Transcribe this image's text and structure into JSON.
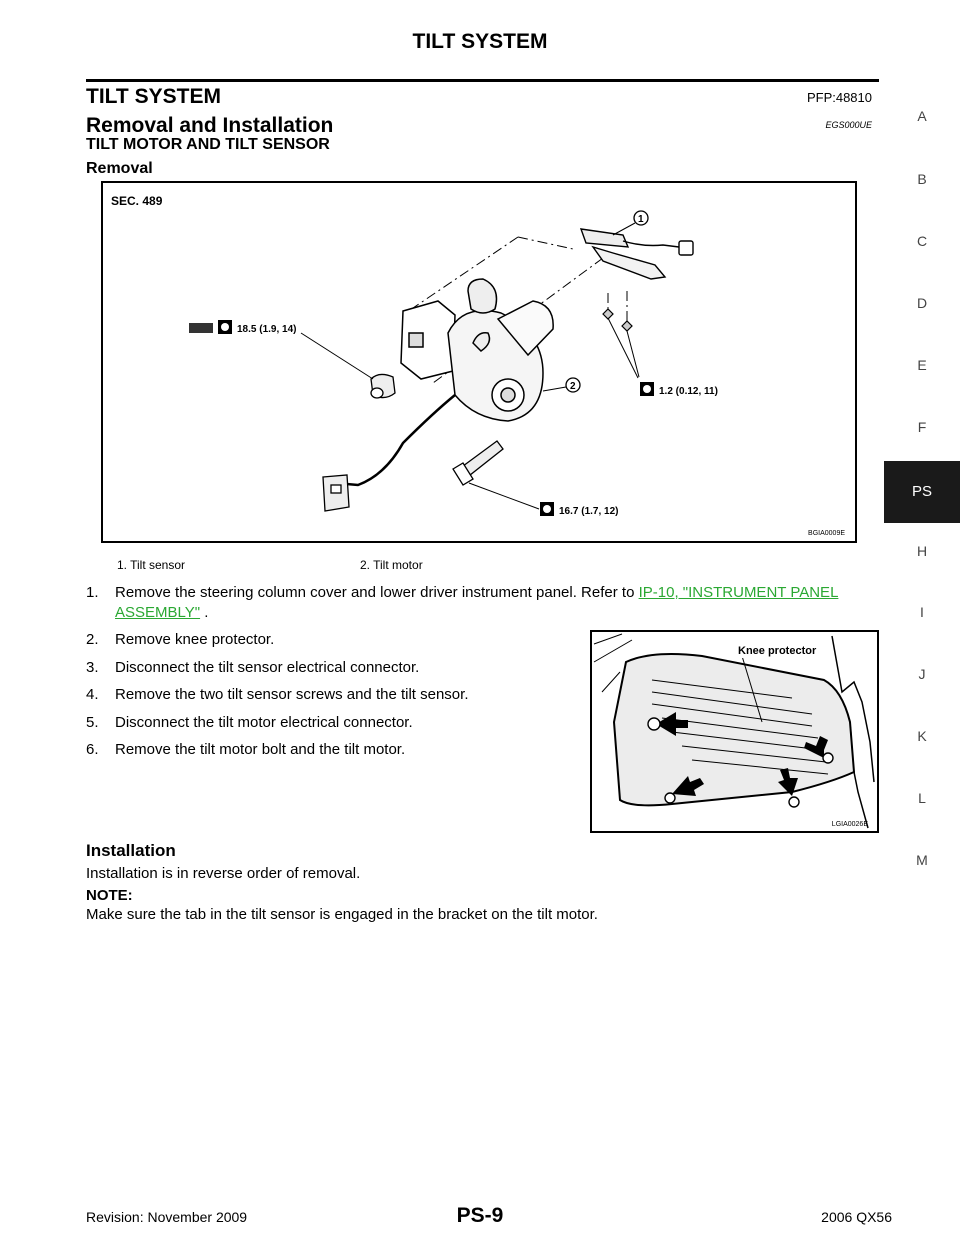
{
  "header": {
    "title": "TILT SYSTEM"
  },
  "section": {
    "title": "TILT SYSTEM",
    "pfp": "PFP:48810"
  },
  "subsection": {
    "title": "Removal and Installation",
    "code": "EGS000UE"
  },
  "subheading": "TILT MOTOR AND TILT SENSOR",
  "removal": {
    "heading": "Removal",
    "figure": {
      "sec": "SEC. 489",
      "callout1": "1",
      "callout2": "2",
      "torque_a": "18.5 (1.9, 14)",
      "torque_b": "1.2 (0.12, 11)",
      "torque_c": "16.7 (1.7, 12)",
      "code": "BGIA0009E"
    },
    "legend": [
      "1.   Tilt sensor",
      "2.   Tilt motor"
    ],
    "steps": [
      {
        "num": "1.",
        "text_before": "Remove the steering column cover and lower driver instrument panel. Refer to ",
        "link": "IP-10, \"INSTRUMENT PANEL ASSEMBLY\"",
        "text_after": " ."
      },
      {
        "num": "2.",
        "text": "Remove knee protector."
      },
      {
        "num": "3.",
        "text": "Disconnect the tilt sensor electrical connector."
      },
      {
        "num": "4.",
        "text": "Remove the two tilt sensor screws and the tilt sensor."
      },
      {
        "num": "5.",
        "text": "Disconnect the tilt motor electrical connector."
      },
      {
        "num": "6.",
        "text": "Remove the tilt motor bolt and the tilt motor."
      }
    ],
    "figure2": {
      "label": "Knee protector",
      "code": "LGIA0026E"
    }
  },
  "installation": {
    "heading": "Installation",
    "text": "Installation is in reverse order of removal.",
    "note_label": "NOTE:",
    "note_text": "Make sure the tab in the tilt sensor is engaged in the bracket on the tilt motor."
  },
  "tabs": [
    "A",
    "B",
    "C",
    "D",
    "E",
    "F",
    "PS",
    "H",
    "I",
    "J",
    "K",
    "L",
    "M"
  ],
  "active_tab": "PS",
  "footer": {
    "left": "Revision: November 2009",
    "center": "PS-9",
    "right": "2006 QX56"
  }
}
